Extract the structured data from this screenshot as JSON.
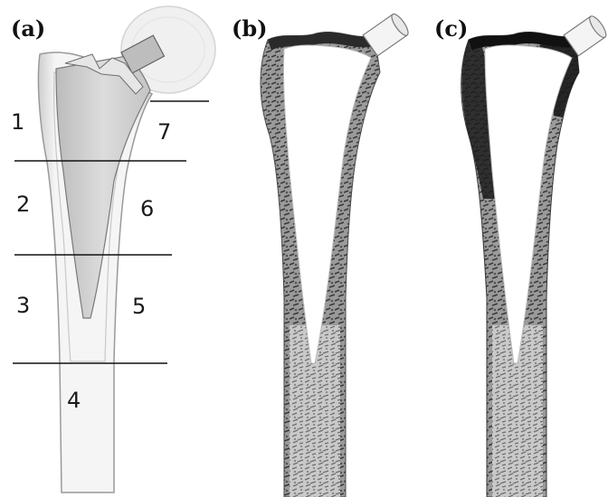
{
  "figure": {
    "panels": [
      {
        "id": "a",
        "label": "(a)"
      },
      {
        "id": "b",
        "label": "(b)"
      },
      {
        "id": "c",
        "label": "(c)"
      }
    ],
    "zones": [
      {
        "id": "1",
        "label": "1"
      },
      {
        "id": "2",
        "label": "2"
      },
      {
        "id": "3",
        "label": "3"
      },
      {
        "id": "4",
        "label": "4"
      },
      {
        "id": "5",
        "label": "5"
      },
      {
        "id": "6",
        "label": "6"
      },
      {
        "id": "7",
        "label": "7"
      }
    ]
  },
  "colors": {
    "background": "#ffffff",
    "bone_outline": "#9a9a9a",
    "bone_fill": "#f2f2f2",
    "implant_fill": "#d0d0d0",
    "cortex_dark": "#2a2a2a",
    "trabecular": "#8a8a8a",
    "line": "#111111"
  }
}
